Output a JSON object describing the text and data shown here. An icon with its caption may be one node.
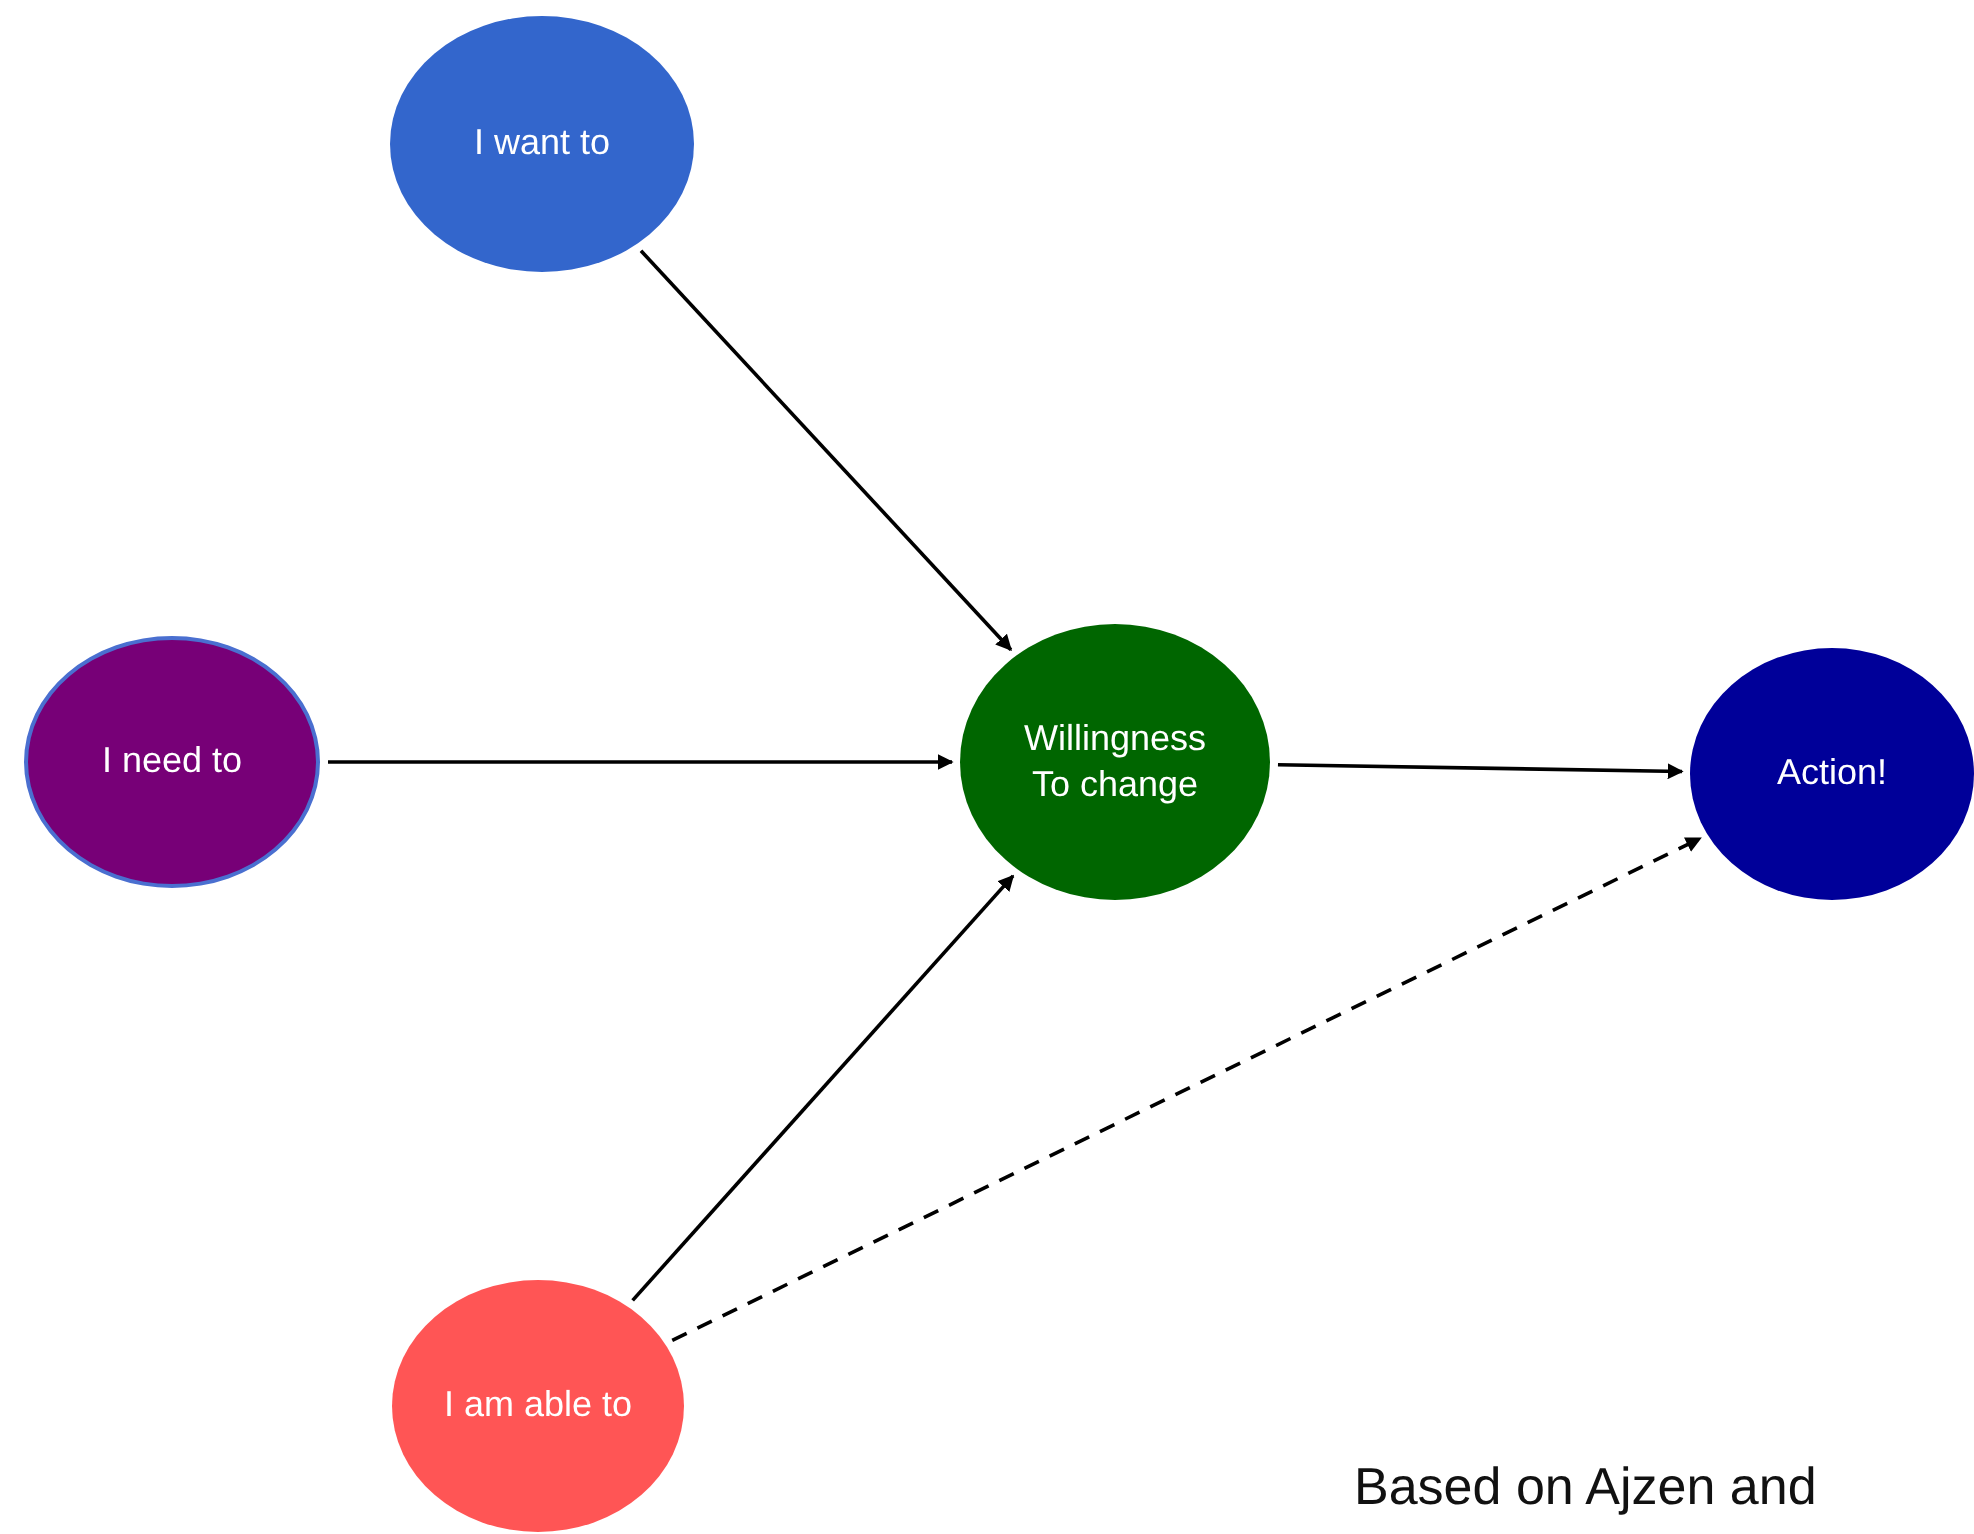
{
  "diagram": {
    "nodes": [
      {
        "text": [
          "I want to"
        ]
      },
      {
        "text": [
          "I need to"
        ]
      },
      {
        "text": [
          "Willingness To change"
        ]
      },
      {
        "text": [
          "Action!"
        ]
      },
      {
        "text": [
          "I am able to"
        ]
      }
    ],
    "edges": [
      {
        "from": 0,
        "to": 2,
        "arrow": "to"
      },
      {
        "from": 1,
        "to": 2,
        "arrow": "to"
      },
      {
        "from": 2,
        "to": 3,
        "arrow": "to"
      },
      {
        "from": 4,
        "to": 2,
        "arrow": "to"
      },
      {
        "from": 4,
        "to": 3,
        "arrow": "to",
        "style": "dashed"
      }
    ],
    "labels": [
      "Based on Ajzen and"
    ]
  }
}
